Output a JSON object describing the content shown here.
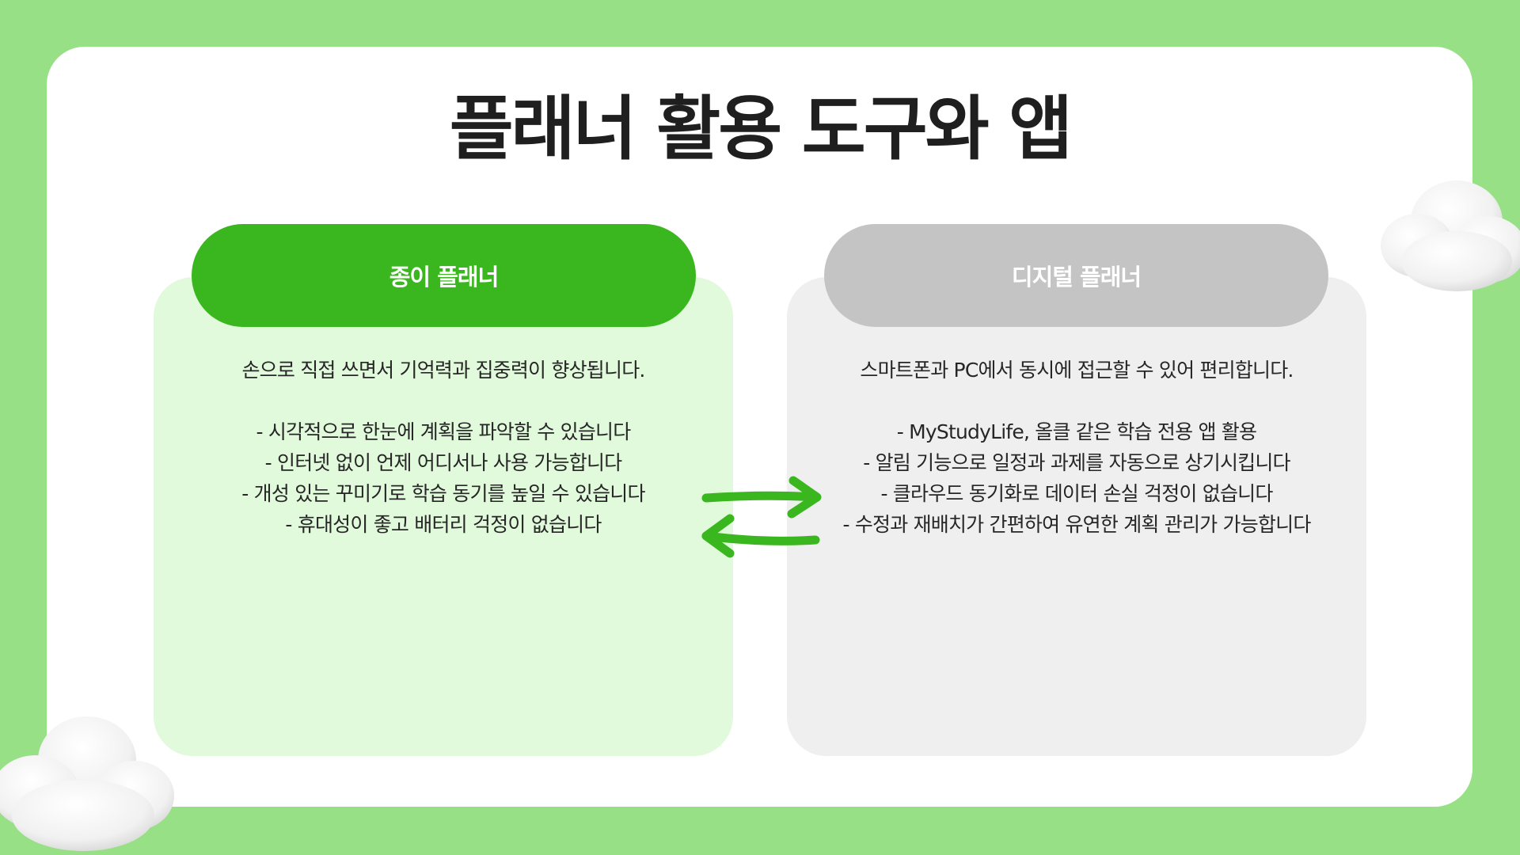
{
  "title": "플래너 활용 도구와 앱",
  "paper": {
    "header": "종이 플래너",
    "intro": "손으로 직접 쓰면서 기억력과 집중력이 향상됩니다.",
    "points": [
      "- 시각적으로 한눈에 계획을 파악할 수 있습니다",
      "- 인터넷 없이 언제 어디서나 사용 가능합니다",
      "- 개성 있는 꾸미기로 학습 동기를 높일 수 있습니다",
      "- 휴대성이 좋고 배터리 걱정이 없습니다"
    ]
  },
  "digital": {
    "header": "디지털 플래너",
    "intro": "스마트폰과 PC에서 동시에 접근할 수 있어 편리합니다.",
    "points": [
      "- MyStudyLife, 올클 같은 학습 전용 앱 활용",
      "- 알림 기능으로 일정과 과제를 자동으로 상기시킵니다",
      "- 클라우드 동기화로 데이터 손실 걱정이 없습니다",
      "- 수정과 재배치가 간편하여 유연한 계획 관리가 가능합니다"
    ]
  },
  "colors": {
    "background": "#97e085",
    "accent_green": "#3ab71e",
    "paper_card": "#e1fadb",
    "digital_card": "#efefef",
    "digital_pill": "#c4c4c4"
  },
  "icons": {
    "arrows": "exchange-arrows-icon",
    "decor": "cloud-icon"
  }
}
